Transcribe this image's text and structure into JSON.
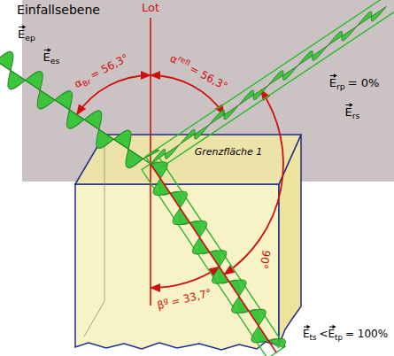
{
  "diagram": {
    "labels": [
      "Einfallsebene",
      "Lot",
      "E",
      "ep",
      "E",
      "es",
      "α",
      "Br",
      "= 56,3°",
      "α",
      "refl",
      "= 56,3°",
      "E",
      "rp",
      "= 0%",
      "E",
      "rs",
      "Grenzfläche 1",
      "90°",
      "β",
      "g",
      "= 33,7°",
      "E",
      "ts",
      "<",
      "E",
      "tp",
      "= 100%"
    ]
  }
}
